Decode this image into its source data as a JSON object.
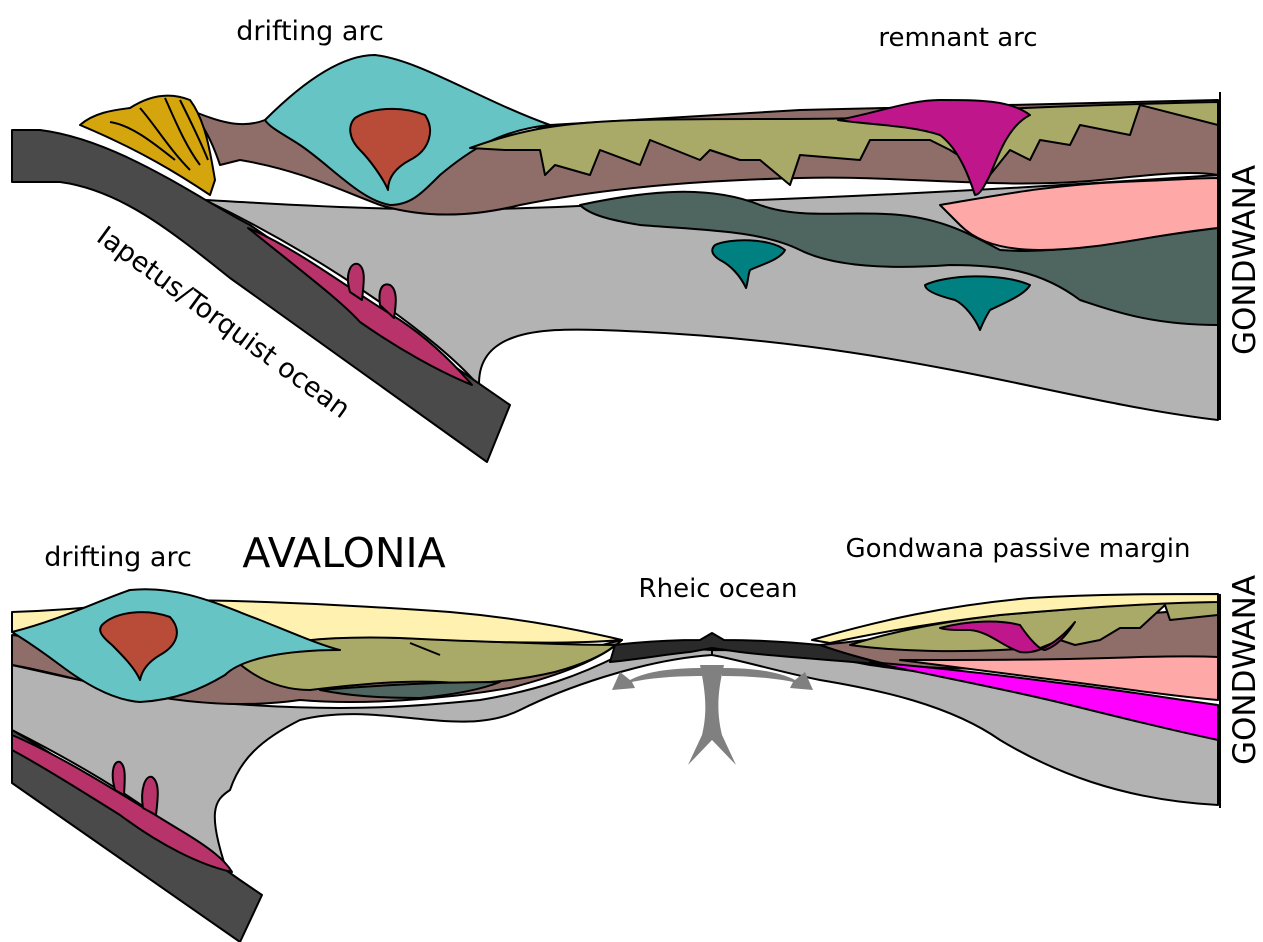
{
  "panel_top": {
    "labels": {
      "drifting_arc": "drifting arc",
      "remnant_arc": "remnant arc",
      "ocean": "Iapetus/Torquist ocean",
      "continent": "GONDWANA"
    }
  },
  "panel_bottom": {
    "labels": {
      "drifting_arc": "drifting arc",
      "terrane": "AVALONIA",
      "ocean": "Rheic ocean",
      "margin": "Gondwana passive margin",
      "continent": "GONDWANA"
    }
  },
  "colors": {
    "slab": "#4a4a4a",
    "mantle": "#b3b3b3",
    "lower_crust": "#8f6e6a",
    "arc_body": "#66c4c4",
    "arc_magma": "#b94c38",
    "accretionary_wedge": "#d4a50c",
    "sediment_olive": "#a9a968",
    "sediment_cream": "#fff2b0",
    "deep_crust": "#4e6560",
    "intrusion_teal": "#008080",
    "remnant_magma": "#c0168c",
    "slab_melt": "#b8336a",
    "pink_layer": "#ffa8a8",
    "magenta_layer": "#ff00ff",
    "spreading_arrows": "#808080"
  }
}
